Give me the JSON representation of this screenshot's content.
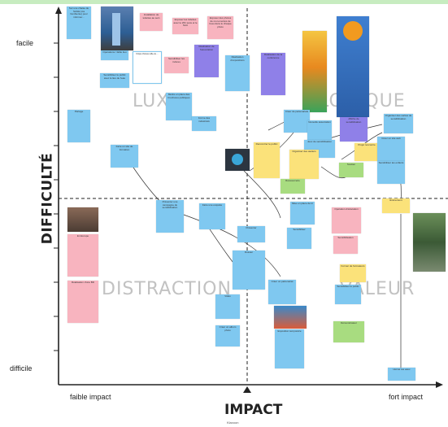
{
  "axes": {
    "y_title": "DIFFICULTÉ",
    "y_top": "facile",
    "y_bottom": "difficile",
    "x_title": "IMPACT",
    "x_left": "faible impact",
    "x_right": "fort impact",
    "footer_note": "Klaxoon"
  },
  "quadrants": {
    "top_left": "LUXE",
    "top_right": "LOGIQUE",
    "bottom_left": "DISTRACTION",
    "bottom_right": "VALEUR"
  },
  "colors": {
    "pink": "#f8b4bf",
    "blue": "#7fc8f0",
    "yellow": "#fbe27a",
    "green": "#a8dc80",
    "purple": "#8f80e8",
    "axis": "#222222"
  },
  "notes": [
    {
      "color": "blue",
      "text": "Sur une chaise de SAGE (via l'ambiente) pour informer..."
    },
    {
      "color": "pink",
      "text": "Installation de toilettes au sein"
    },
    {
      "color": "pink",
      "text": "Exposer les toilettes avec le WC sans et le SAU"
    },
    {
      "color": "pink",
      "text": "Exposer des photos de mon-mentés de l'eau dans le chaque photo"
    },
    {
      "color": "blue",
      "text": "Opérations / fable lieu"
    },
    {
      "color": "blue",
      "text": "https://www.ville-lu..."
    },
    {
      "color": "purple",
      "text": "Réalisation de l'association"
    },
    {
      "color": "blue",
      "text": "Réalisation d'expositions"
    },
    {
      "color": "purple",
      "text": "Réalisation de la conférence"
    },
    {
      "color": "pink",
      "text": "Sensibiliser les rivières"
    },
    {
      "color": "blue",
      "text": "Sensibiliser le public avec le lieu de l'eau"
    },
    {
      "color": "blue",
      "text": "Mettre en place des brochures publiques"
    },
    {
      "color": "blue",
      "text": "Partage"
    },
    {
      "color": "blue",
      "text": "Forme des industriels"
    },
    {
      "color": "blue",
      "text": "Faire un site de formation"
    },
    {
      "color": "yellow",
      "text": "Rencontrer le public"
    },
    {
      "color": "blue",
      "text": "Créer de partenariats"
    },
    {
      "color": "purple",
      "text": "Affiche de sensibilisation"
    },
    {
      "color": "blue",
      "text": "Organiser des sorties de sensibilisation"
    },
    {
      "color": "blue",
      "text": "Nouvelle association"
    },
    {
      "color": "yellow",
      "text": "Projet rencontre"
    },
    {
      "color": "blue",
      "text": "Créer un site web"
    },
    {
      "color": "blue",
      "text": "Jeux de sensibilisation"
    },
    {
      "color": "green",
      "text": "Soutien"
    },
    {
      "color": "blue",
      "text": "Sensibiliser les enfants"
    },
    {
      "color": "blue",
      "text": "Organiser des ateliers"
    },
    {
      "color": "green",
      "text": "Ressourcerie"
    },
    {
      "color": "blue",
      "text": "Présenter une campagne de sensibilisation"
    },
    {
      "color": "pink",
      "text": "En Europe"
    },
    {
      "color": "blue",
      "text": "Faire une enquête"
    },
    {
      "color": "blue",
      "text": "Présenter"
    },
    {
      "color": "blue",
      "text": "Dossier"
    },
    {
      "color": "blue",
      "text": "Vidéo"
    },
    {
      "color": "blue",
      "text": "Créer un album photo"
    },
    {
      "color": "blue",
      "text": "Créer un partenariat"
    },
    {
      "color": "pink",
      "text": "Réalisation d'une BD"
    },
    {
      "color": "pink",
      "text": "Exposition temporaire"
    },
    {
      "color": "pink",
      "text": "Opération d'éducation"
    },
    {
      "color": "blue",
      "text": "Mise en place de tri"
    },
    {
      "color": "pink",
      "text": "Sensibilisation"
    },
    {
      "color": "yellow",
      "text": "Former de formateurs"
    },
    {
      "color": "blue",
      "text": "Sensibiliser le public"
    },
    {
      "color": "green",
      "text": "Démonstrateur"
    },
    {
      "color": "blue",
      "text": "Humer les eaux"
    },
    {
      "color": "blue",
      "text": "Sensibiliser"
    },
    {
      "color": "yellow",
      "text": "Événement"
    }
  ]
}
